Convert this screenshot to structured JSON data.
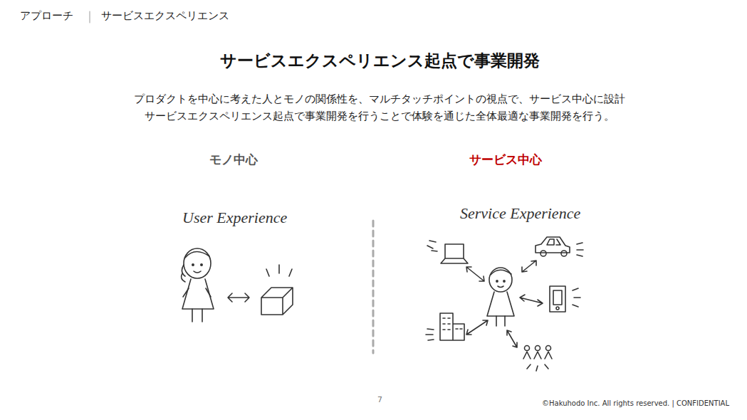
{
  "diagram": {
    "title": "サービスエクスペリエンス起点で事業開発",
    "labels": [
      "アプローチ",
      "サービスエクスペリエンス",
      "プロダクトを中心に考えた人とモノの関係性を、マルチタッチポイントの視点で、サービス中心に設計 サービスエクスペリエンス起点で事業開発を行うことで体験を通じた全体最適な事業開発を行う。",
      "モノ中心",
      "サービス中心",
      "User Experience",
      "Service Experience",
      "7",
      "©Hakuhodo Inc. All rights reserved. | CONFIDENTIAL"
    ]
  }
}
